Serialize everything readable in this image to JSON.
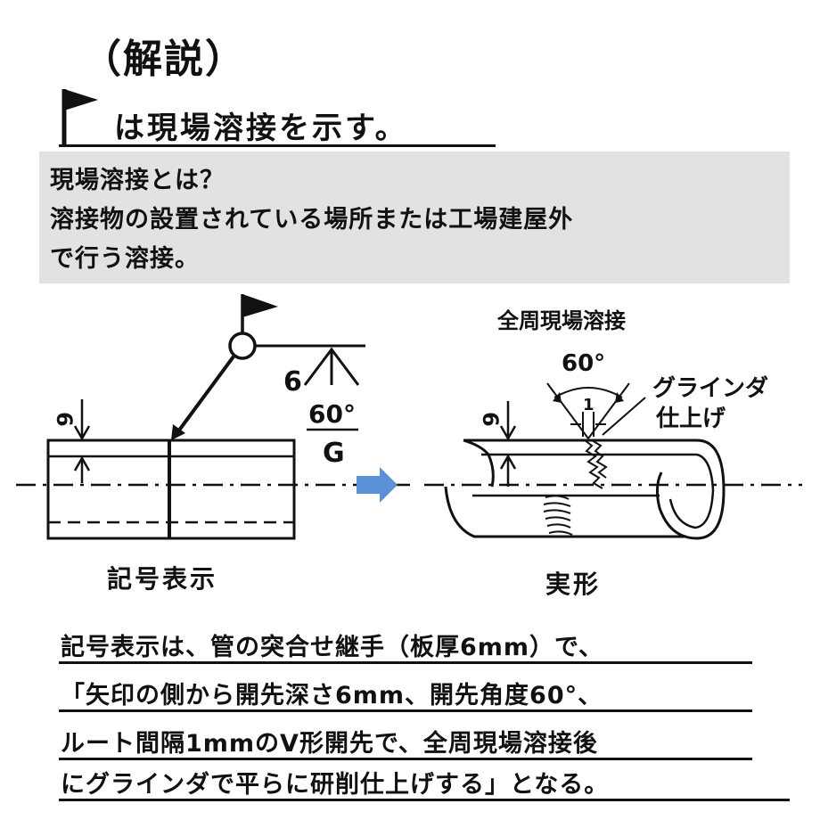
{
  "header": {
    "title": "（解説）",
    "subtitle": "は現場溶接を示す。"
  },
  "info": {
    "question": "現場溶接とは？",
    "answer_line1": "溶接物の設置されている場所または工場建屋外",
    "answer_line2": "で行う溶接。"
  },
  "left_diagram": {
    "caption": "記号表示",
    "depth_label": "6",
    "weld_size": "6",
    "groove_angle": "60°",
    "root_gap": "G"
  },
  "right_diagram": {
    "caption": "実形",
    "title": "全周現場溶接",
    "angle": "60°",
    "depth_label": "6",
    "root_gap": "1",
    "finish_line1": "グラインダ",
    "finish_line2": "仕上げ"
  },
  "explanation": {
    "line1": "記号表示は、管の突合せ継手（板厚6mm）で、",
    "line2": "「矢印の側から開先深さ6mm、開先角度60°、",
    "line3": "ルート間隔1mmのV形開先で、全周現場溶接後",
    "line4": "にグラインダで平らに研削仕上げする」となる。"
  },
  "colors": {
    "arrow": "#5b8fd6",
    "info_background": "#e2e2e2",
    "ink": "#111111"
  }
}
